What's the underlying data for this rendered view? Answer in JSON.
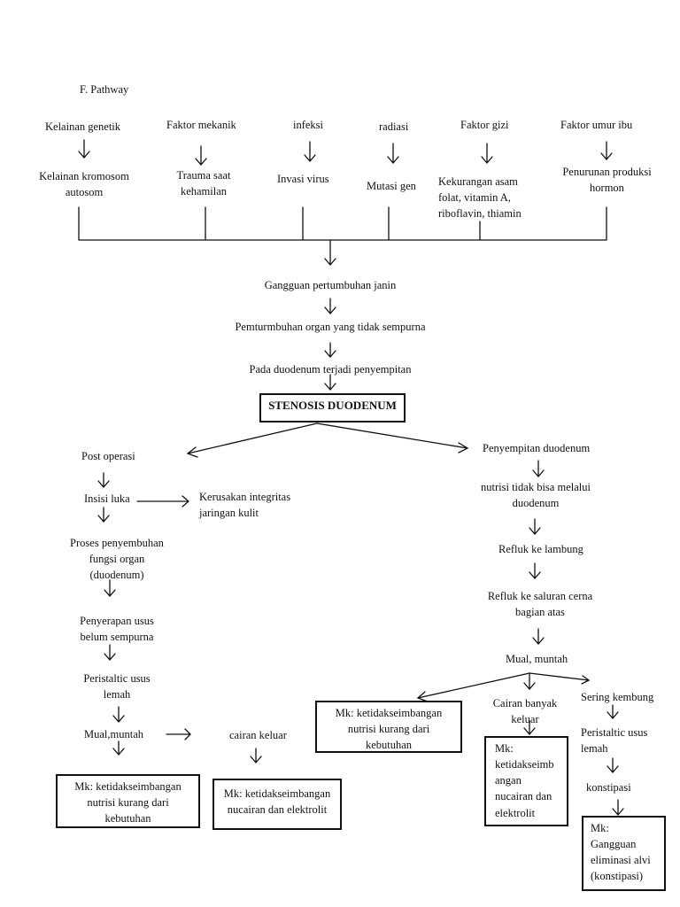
{
  "heading": "F. Pathway",
  "causes": [
    {
      "label": "Kelainan genetik",
      "effect": [
        "Kelainan kromosom",
        "autosom"
      ]
    },
    {
      "label": "Faktor  mekanik",
      "effect": [
        "Trauma saat",
        "kehamilan"
      ]
    },
    {
      "label": "infeksi",
      "effect": [
        "Invasi virus"
      ]
    },
    {
      "label": "radiasi",
      "effect": [
        "Mutasi gen"
      ]
    },
    {
      "label": "Faktor  gizi",
      "effect": [
        "Kekurangan asam",
        "folat, vitamin A,",
        "riboflavin, thiamin"
      ]
    },
    {
      "label": "Faktor  umur ibu",
      "effect": [
        "Penurunan produksi",
        "hormon"
      ]
    }
  ],
  "central_chain": [
    "Gangguan pertumbuhan janin",
    "Pemturmbuhan organ yang tidak sempurna",
    "Pada duodenum terjadi penyempitan"
  ],
  "main_diagnosis": "STENOSIS DUODENUM",
  "left_branch": {
    "post_operasi": "Post operasi",
    "insisi": "Insisi luka",
    "kerusakan": [
      "Kerusakan integritas",
      "jaringan kulit"
    ],
    "proses": [
      "Proses penyembuhan",
      "fungsi organ",
      "(duodenum)"
    ],
    "penyerapan": [
      "Penyerapan usus",
      "belum sempurna"
    ],
    "peristaltic": [
      "Peristaltic usus",
      "lemah"
    ],
    "mual": "Mual,muntah",
    "cairan": "cairan keluar",
    "mk_nutrisi": [
      "Mk: ketidakseimbangan",
      "nutrisi kurang dari",
      "kebutuhan"
    ],
    "mk_cairan": [
      "Mk: ketidakseimbangan",
      "nucairan dan elektrolit"
    ]
  },
  "right_branch": {
    "penyempitan": "Penyempitan duodenum",
    "nutrisi": [
      "nutrisi tidak bisa melalui",
      "duodenum"
    ],
    "refluk_lambung": "Refluk ke lambung",
    "refluk_saluran": [
      "Refluk ke saluran cerna",
      "bagian atas"
    ],
    "mual": "Mual, muntah",
    "mk_nutrisi": [
      "Mk: ketidakseimbangan",
      "nutrisi kurang dari",
      "kebutuhan"
    ],
    "cairan_banyak": [
      "Cairan banyak",
      "keluar"
    ],
    "mk_cairan": [
      "Mk:",
      "ketidakseimb",
      "angan",
      "nucairan dan",
      "elektrolit"
    ],
    "sering_kembung": "Sering kembung",
    "peristaltic": [
      "Peristaltic usus",
      "lemah"
    ],
    "konstipasi": "konstipasi",
    "mk_eliminasi": [
      "Mk:",
      "Gangguan",
      "eliminasi alvi",
      "(konstipasi)"
    ]
  }
}
